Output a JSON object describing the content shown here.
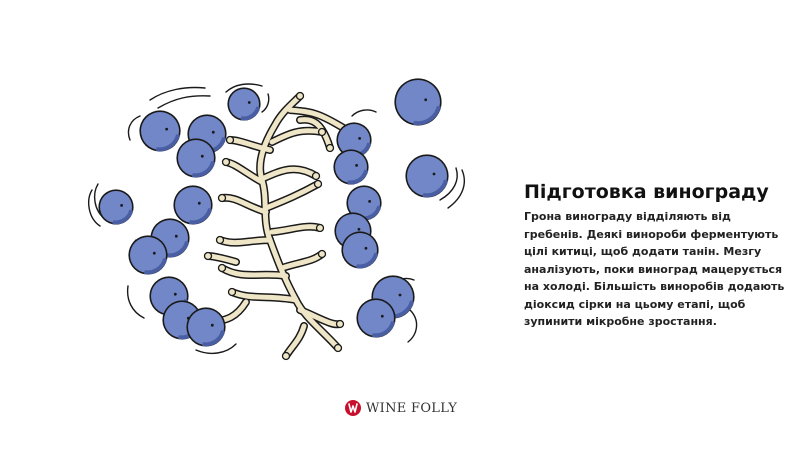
{
  "article": {
    "title": "Підготовка винограду",
    "body": "Грона винограду відділяють від\nгребенів. Деякі винороби ферментують\nцілі китиці, щоб додати танін. Мезгу\nаналізують, поки виноград мацерується\nна холоді. Більшість виноробів додають\nдіоксид сірки на цьому етапі, щоб\nзупинити мікробне зростання."
  },
  "brand": {
    "name": "WINE FOLLY",
    "icon": "wine-folly-logo-icon",
    "color": "#c8102e",
    "text_color": "#333333"
  },
  "illustration": {
    "icon": "grape-cluster-destemming-illustration",
    "grape_color": "#7187c8",
    "grape_shadow_color": "#4a5fa3",
    "stem_color": "#efe6c7",
    "outline_color": "#1a1a1a"
  }
}
